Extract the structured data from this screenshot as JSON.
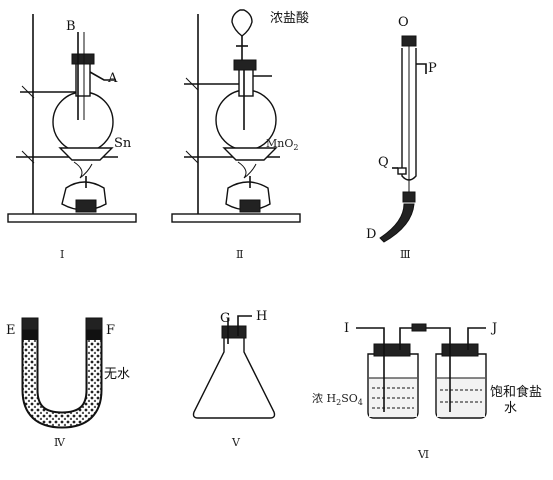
{
  "labels": {
    "B": "B",
    "A": "A",
    "Sn": "Sn",
    "conc_hcl": "浓盐酸",
    "mno2": "MnO",
    "mno2_sub": "2",
    "O": "O",
    "P": "P",
    "Q": "Q",
    "D": "D",
    "E": "E",
    "F": "F",
    "anhydrous": "无水",
    "G": "G",
    "H": "H",
    "I": "I",
    "J": "J",
    "h2so4_prefix": "浓 H",
    "h2so4_sub1": "2",
    "h2so4_mid": "SO",
    "h2so4_sub2": "4",
    "brine_line1": "饱和食盐",
    "brine_line2": "水"
  },
  "numerals": [
    "Ⅰ",
    "Ⅱ",
    "Ⅲ",
    "Ⅳ",
    "Ⅴ",
    "Ⅵ"
  ]
}
